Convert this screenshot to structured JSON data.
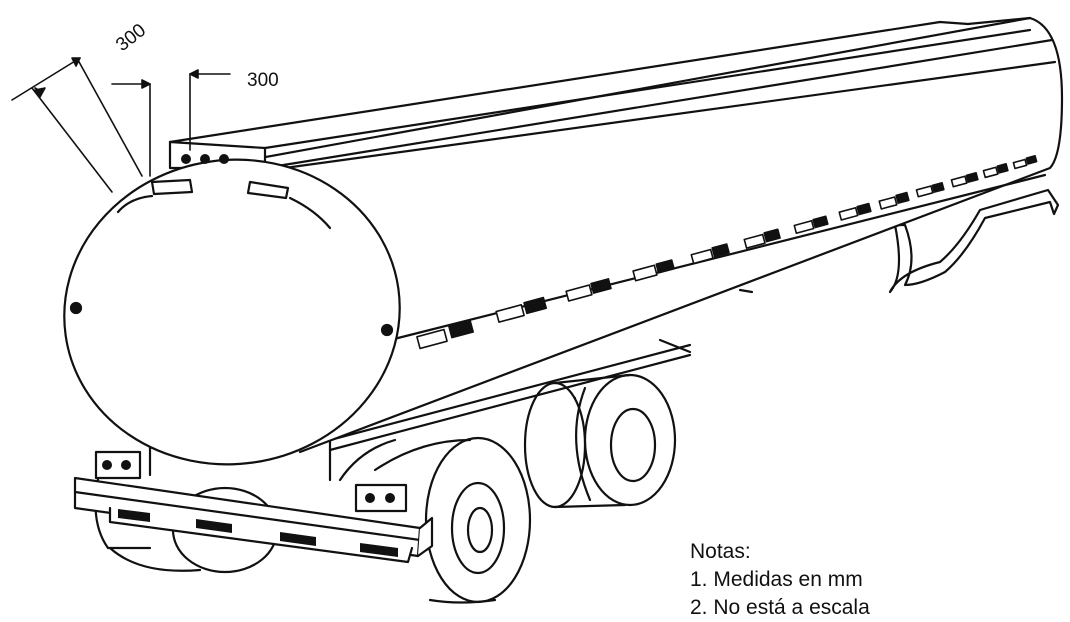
{
  "diagram": {
    "dimension_labels": {
      "diagonal": "300",
      "horizontal": "300"
    },
    "notes": {
      "heading": "Notas:",
      "items": [
        "1. Medidas en mm",
        "2. No está a escala"
      ]
    },
    "colors": {
      "line": "#111111",
      "fill": "#ffffff",
      "marking_dark": "#111111"
    }
  }
}
